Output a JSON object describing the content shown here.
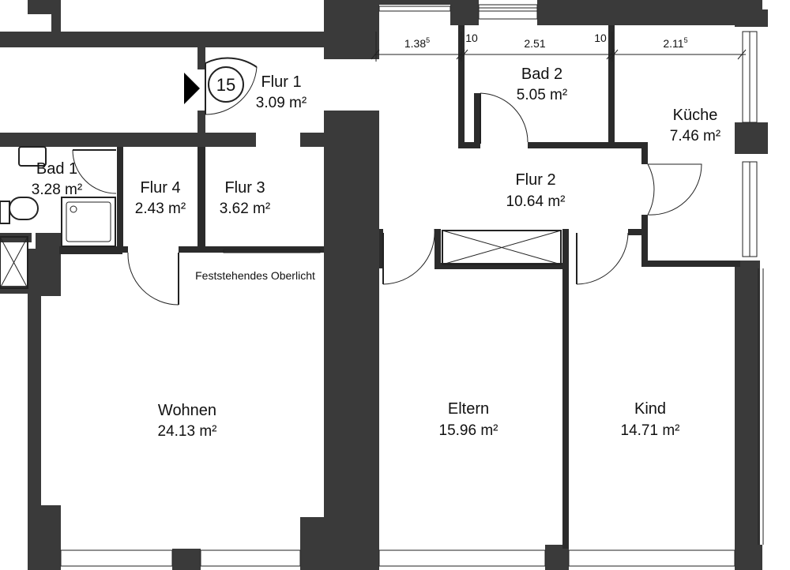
{
  "unit_number": "15",
  "rooms": {
    "flur1": {
      "name": "Flur 1",
      "area": "3.09 m²"
    },
    "bad2": {
      "name": "Bad 2",
      "area": "5.05 m²"
    },
    "kueche": {
      "name": "Küche",
      "area": "7.46 m²"
    },
    "bad1": {
      "name": "Bad 1",
      "area": "3.28 m²"
    },
    "flur4": {
      "name": "Flur 4",
      "area": "2.43 m²"
    },
    "flur3": {
      "name": "Flur 3",
      "area": "3.62 m²"
    },
    "flur2": {
      "name": "Flur 2",
      "area": "10.64 m²"
    },
    "wohnen": {
      "name": "Wohnen",
      "area": "24.13 m²"
    },
    "eltern": {
      "name": "Eltern",
      "area": "15.96 m²"
    },
    "kind": {
      "name": "Kind",
      "area": "14.71 m²"
    }
  },
  "dimensions": {
    "d1": {
      "main": "1.38",
      "sup": "5"
    },
    "d2": {
      "main": "10"
    },
    "d3": {
      "main": "2.51"
    },
    "d4": {
      "main": "10"
    },
    "d5": {
      "main": "2.11",
      "sup": "5"
    }
  },
  "annotation": "Feststehendes Oberlicht"
}
